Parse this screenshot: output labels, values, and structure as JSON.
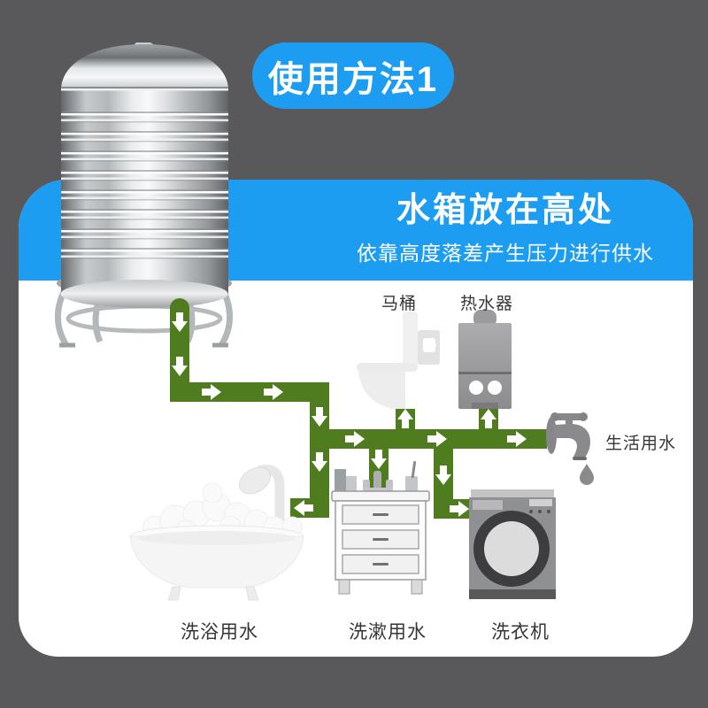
{
  "colors": {
    "background": "#59595C",
    "accent_blue": "#1C9DF1",
    "pipe_green": "#4E7C1E",
    "card": "#FFFFFF",
    "text_dark": "#363636",
    "text_light": "#FFFFFF"
  },
  "badge": {
    "label": "使用方法1"
  },
  "banner": {
    "title": "水箱放在高处",
    "subtitle": "依靠高度落差产生压力进行供水"
  },
  "diagram": {
    "labels": {
      "toilet": "马桶",
      "water_heater": "热水器",
      "tap_water": "生活用水",
      "bath": "洗浴用水",
      "wash_basin": "洗漱用水",
      "washing_machine": "洗衣机"
    },
    "icons": [
      "water-tank-icon",
      "toilet-icon",
      "water-heater-icon",
      "faucet-icon",
      "water-drop-icon",
      "shower-icon",
      "bathtub-icon",
      "sink-cabinet-icon",
      "washing-machine-icon",
      "flow-arrow-icon"
    ]
  }
}
